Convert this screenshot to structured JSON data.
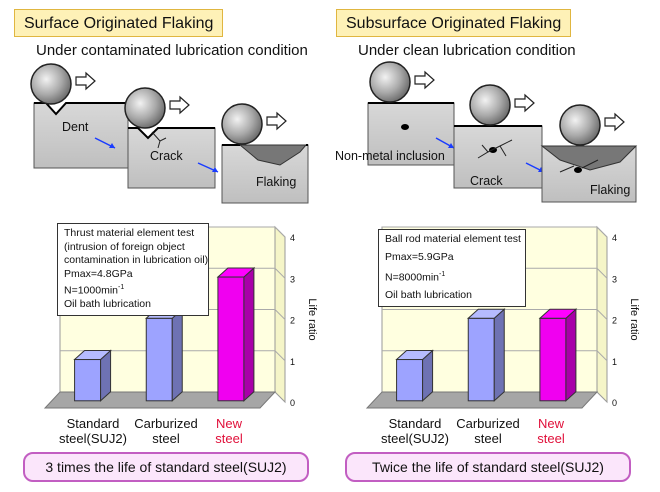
{
  "panels": [
    {
      "title": "Surface Originated Flaking",
      "condition": "Under contaminated lubrication condition",
      "stages": [
        "Dent",
        "Crack",
        "Flaking"
      ],
      "note_lines": [
        "Thrust material element test",
        "(intrusion of foreign object",
        "contamination in lubrication oil)",
        "Pmax=4.8GPa",
        "N=1000min",
        "Oil bath lubrication"
      ],
      "note_superscript": "-1",
      "summary": "3 times the life of standard steel(SUJ2)"
    },
    {
      "title": "Subsurface Originated Flaking",
      "condition": "Under clean lubrication condition",
      "stages": [
        "Non-metal inclusion",
        "Crack",
        "Flaking"
      ],
      "note_lines": [
        "Ball rod material element test",
        "Pmax=5.9GPa",
        "N=8000min",
        "Oil bath lubrication"
      ],
      "note_superscript": "-1",
      "summary": "Twice the life of standard steel(SUJ2)"
    }
  ],
  "chart_data": [
    {
      "type": "bar",
      "categories": [
        "Standard\nsteel(SUJ2)",
        "Carburized\nsteel",
        "New\nsteel"
      ],
      "values": [
        1,
        2,
        3
      ],
      "ylabel": "Life ratio",
      "yticks": [
        "0",
        "1",
        "2",
        "3",
        "4"
      ],
      "ylim": [
        0,
        4
      ],
      "bar_colors": [
        "#9da3ff",
        "#9da3ff",
        "#f000f0"
      ],
      "highlight_category": "New\nsteel",
      "grid": true
    },
    {
      "type": "bar",
      "categories": [
        "Standard\nsteel(SUJ2)",
        "Carburized\nsteel",
        "New\nsteel"
      ],
      "values": [
        1,
        2,
        2
      ],
      "ylabel": "Life ratio",
      "yticks": [
        "0",
        "1",
        "2",
        "3",
        "4"
      ],
      "ylim": [
        0,
        4
      ],
      "bar_colors": [
        "#9da3ff",
        "#9da3ff",
        "#f000f0"
      ],
      "highlight_category": "New\nsteel",
      "grid": true
    }
  ]
}
